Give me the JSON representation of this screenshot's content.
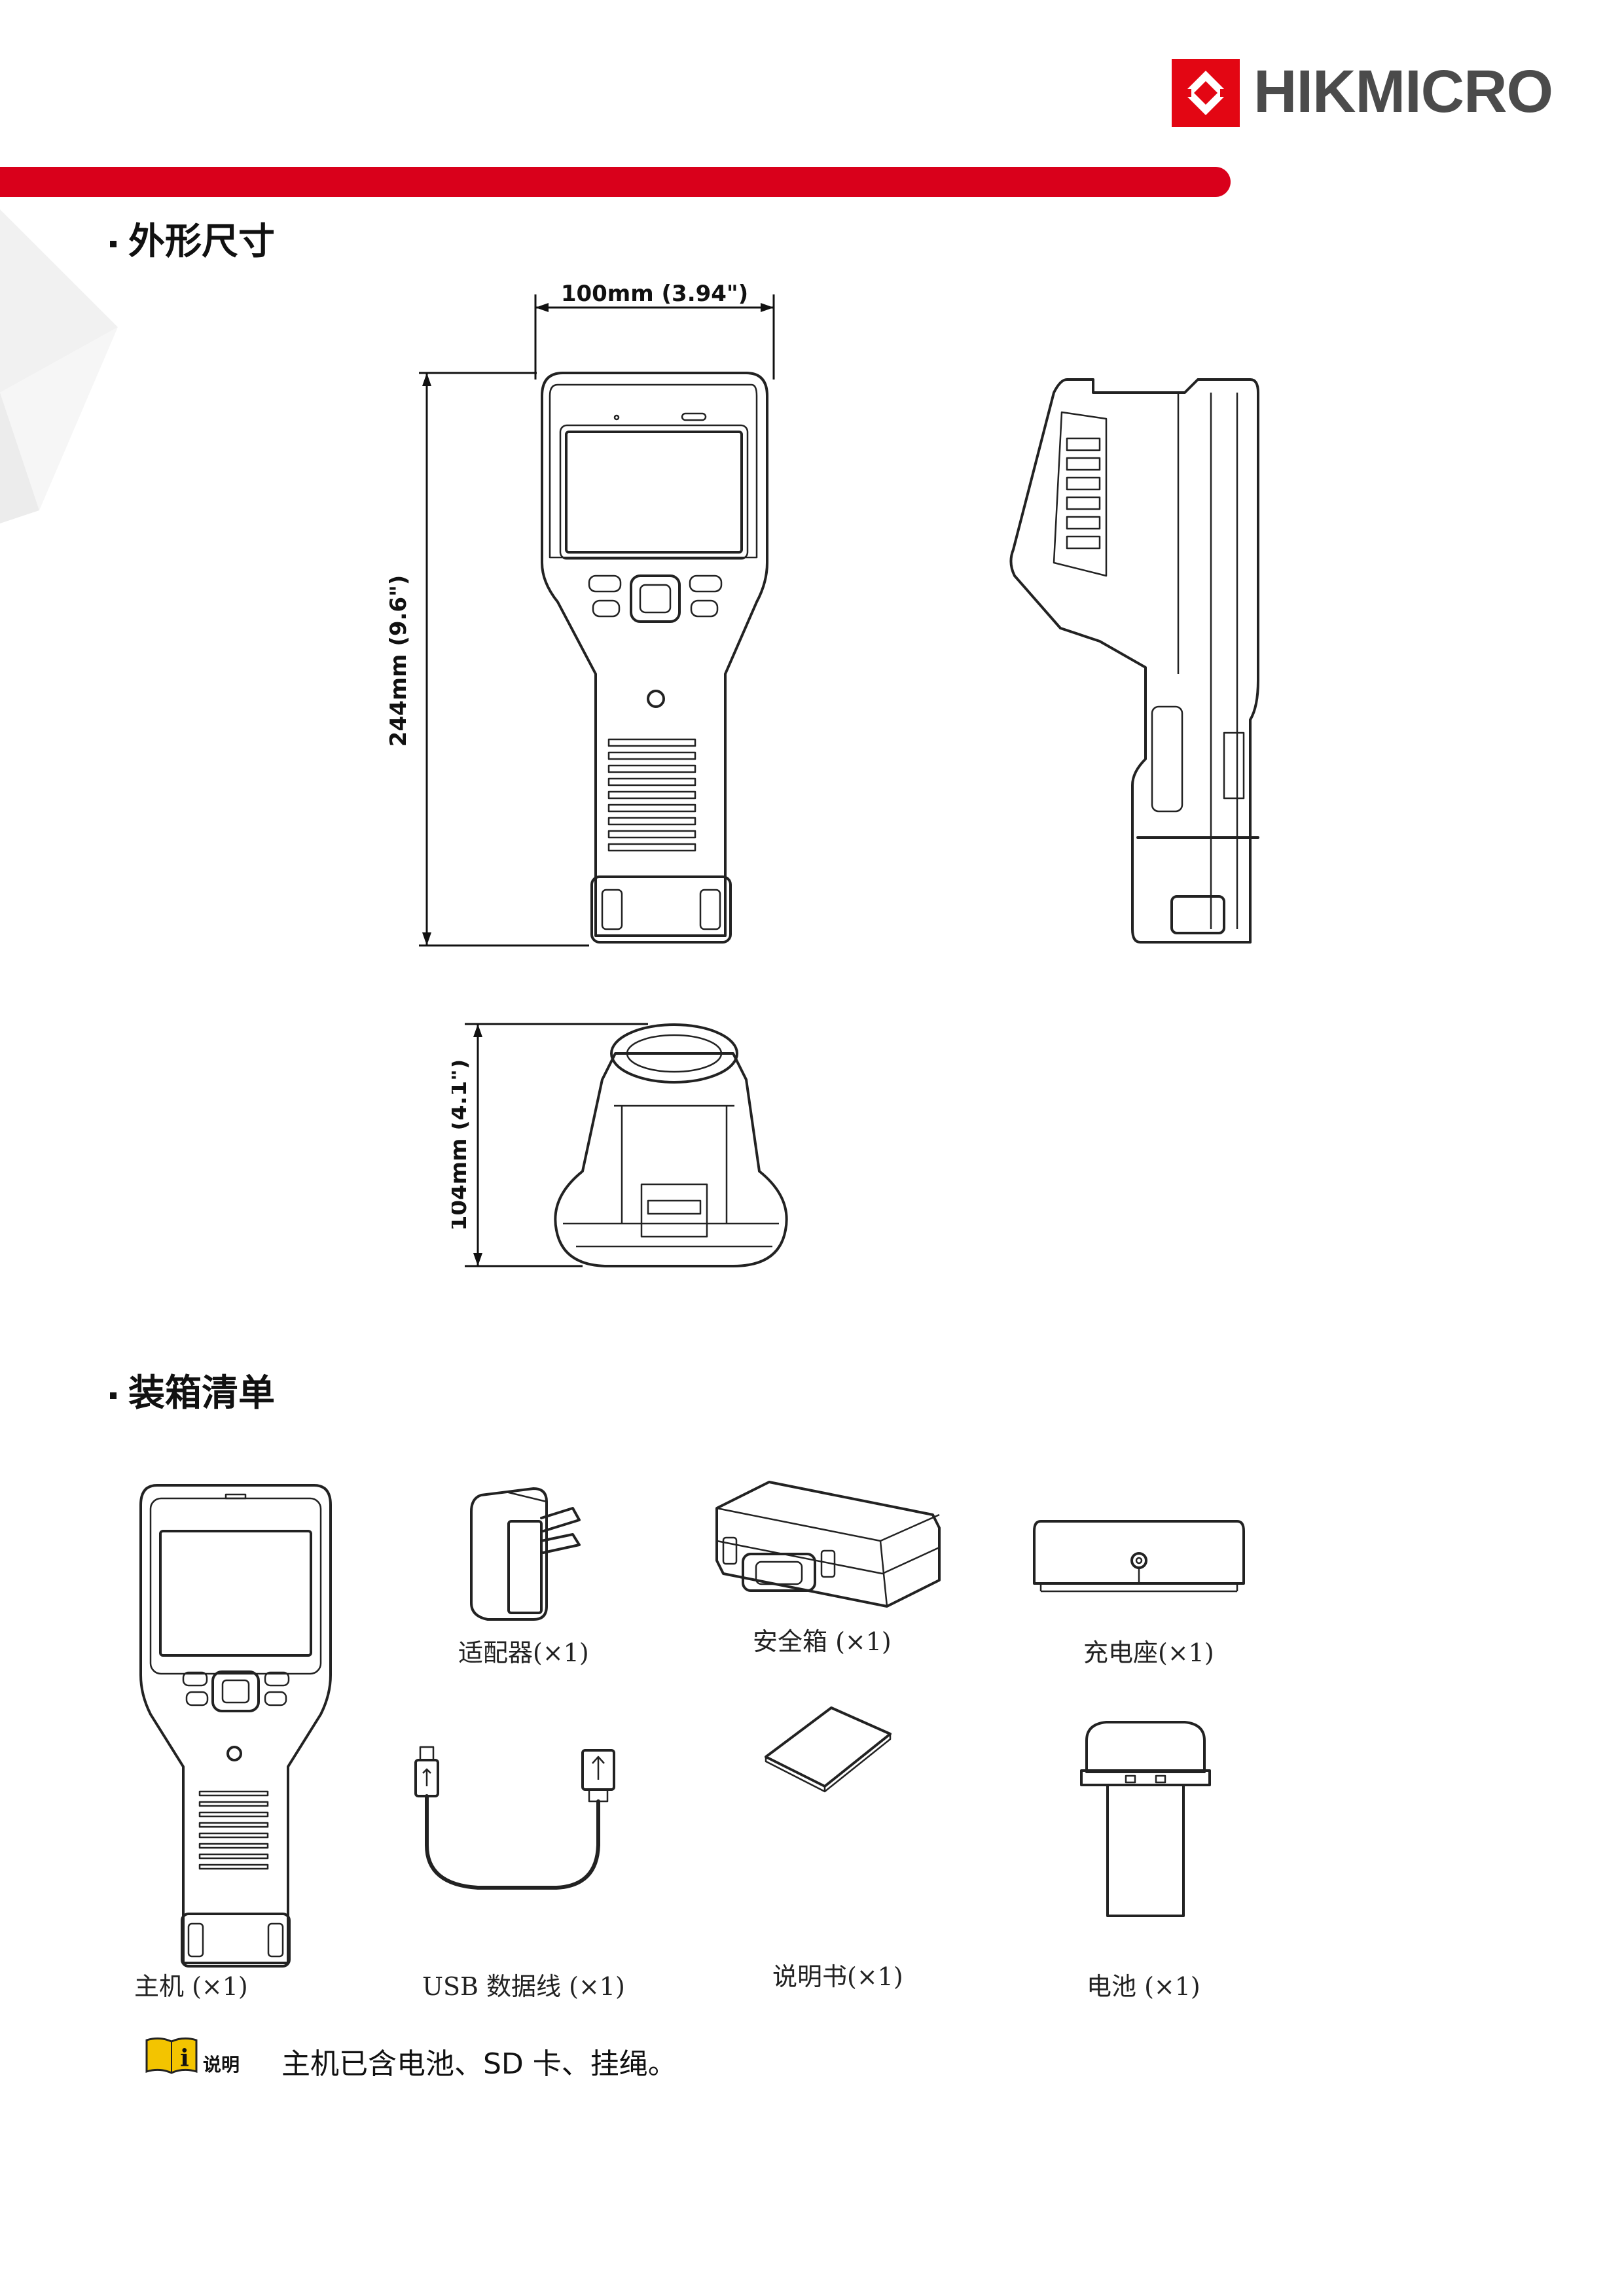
{
  "header": {
    "brand": "HIKMICRO",
    "brand_color": "#e30613",
    "bar_color": "#d9001b",
    "logo_icon": "hikmicro-logo-icon"
  },
  "dimensions_section": {
    "title": "外形尺寸",
    "width_label": "100mm (3.94\")",
    "height_label": "244mm (9.6\")",
    "depth_label": "104mm (4.1\")"
  },
  "packing_section": {
    "title": "装箱清单",
    "items": [
      {
        "label": "主机  (×1)",
        "icon": "thermal-camera-icon"
      },
      {
        "label": "适配器(×1)",
        "icon": "power-adapter-icon"
      },
      {
        "label": "安全箱  (×1)",
        "icon": "safety-case-icon"
      },
      {
        "label": "充电座(×1)",
        "icon": "charging-base-icon"
      },
      {
        "label": "USB 数据线  (×1)",
        "icon": "usb-cable-icon"
      },
      {
        "label": "说明书(×1)",
        "icon": "manual-icon"
      },
      {
        "label": "电池  (×1)",
        "icon": "battery-icon"
      }
    ]
  },
  "note": {
    "badge_label": "说明",
    "text": "主机已含电池、SD 卡、挂绳。",
    "icon": "info-book-icon"
  }
}
